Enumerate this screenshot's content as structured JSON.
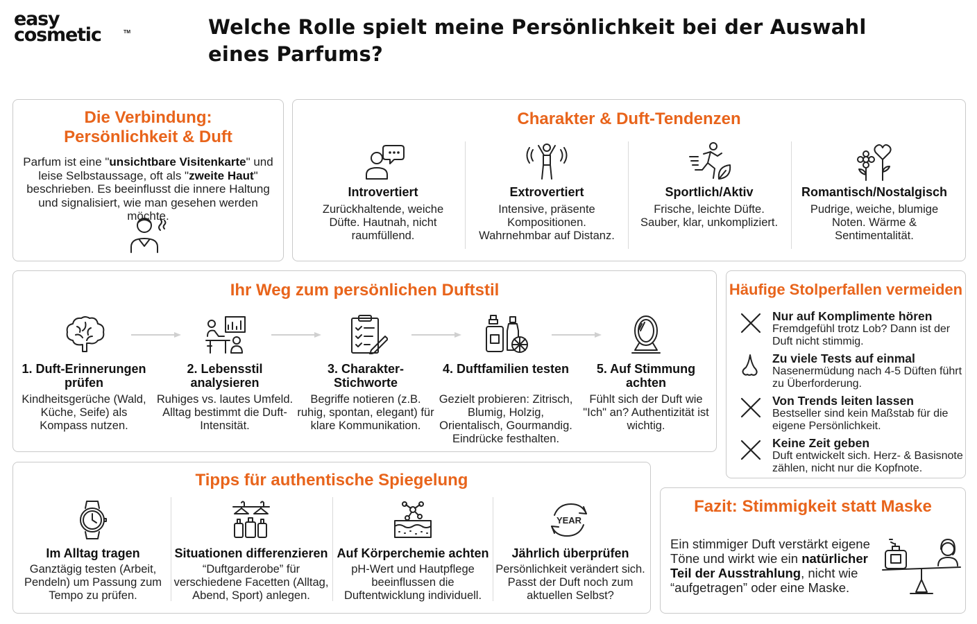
{
  "logo": {
    "line1": "easy",
    "line2": "cosmetic",
    "tm": "TM"
  },
  "headline": "Welche Rolle spielt meine Persönlichkeit bei der Auswahl eines Parfums?",
  "connection": {
    "title_line1": "Die Verbindung:",
    "title_line2": "Persönlichkeit & Duft",
    "body": [
      {
        "text": "Parfum ist eine \"",
        "bold": false
      },
      {
        "text": "unsichtbare Visitenkarte",
        "bold": true
      },
      {
        "text": "\" und leise Selbstaussage, oft als \"",
        "bold": false
      },
      {
        "text": "zweite Haut",
        "bold": true
      },
      {
        "text": "\" beschrieben. Es beeinflusst die innere Haltung und signalisiert, wie man gesehen werden möchte.",
        "bold": false
      }
    ],
    "icon": "person-scent-icon"
  },
  "character": {
    "title": "Charakter & Duft-Tendenzen",
    "items": [
      {
        "heading": "Introvertiert",
        "text": "Zurückhaltende, weiche Düfte. Hautnah, nicht raumfüllend.",
        "icon": "person-chat-icon"
      },
      {
        "heading": "Extrovertiert",
        "text": "Intensive, präsente Kompositionen. Wahrnehmbar auf Distanz.",
        "icon": "person-cheering-icon"
      },
      {
        "heading": "Sportlich/Aktiv",
        "text": "Frische, leichte Düfte. Sauber, klar, unkompliziert.",
        "icon": "runner-leaf-icon"
      },
      {
        "heading": "Romantisch/Nostalgisch",
        "text": "Pudrige, weiche, blumige Noten. Wärme & Sentimentalität.",
        "icon": "flower-heart-icon"
      }
    ]
  },
  "path": {
    "title": "Ihr Weg zum persönlichen Duftstil",
    "steps": [
      {
        "heading": "1. Duft-Erinnerungen prüfen",
        "text": "Kindheitsgerüche (Wald, Küche, Seife) als Kompass nutzen.",
        "icon": "brain-icon"
      },
      {
        "heading": "2. Lebensstil analysieren",
        "text": "Ruhiges vs. lautes Umfeld. Alltag bestimmt die Duft-Intensität.",
        "icon": "desk-analysis-icon"
      },
      {
        "heading": "3. Charakter-Stichworte",
        "text": "Begriffe notieren (z.B. ruhig, spontan, elegant) für klare Kommunikation.",
        "icon": "clipboard-pen-icon"
      },
      {
        "heading": "4. Duftfamilien testen",
        "text": "Gezielt probieren: Zitrisch, Blumig, Holzig, Orientalisch, Gourmandig. Eindrücke festhalten.",
        "icon": "perfume-bottles-citrus-icon"
      },
      {
        "heading": "5. Auf Stimmung achten",
        "text": "Fühlt sich der Duft wie \"Ich\" an? Authentizität ist wichtig.",
        "icon": "mirror-icon"
      }
    ]
  },
  "pitfalls": {
    "title": "Häufige Stolperfallen vermeiden",
    "items": [
      {
        "heading": "Nur auf Komplimente hören",
        "text": "Fremdgefühl trotz Lob? Dann ist der Duft nicht stimmig.",
        "icon": "cross-icon"
      },
      {
        "heading": "Zu viele Tests auf einmal",
        "text": "Nasenermüdung nach 4-5 Düften führt zu Überforderung.",
        "icon": "nose-icon"
      },
      {
        "heading": "Von Trends leiten lassen",
        "text": "Bestseller sind kein Maßstab für die eigene Persönlichkeit.",
        "icon": "cross-icon"
      },
      {
        "heading": "Keine Zeit geben",
        "text": "Duft entwickelt sich. Herz- & Basisnote zählen, nicht nur die Kopfnote.",
        "icon": "cross-icon"
      }
    ]
  },
  "tips": {
    "title": "Tipps für authentische Spiegelung",
    "items": [
      {
        "heading": "Im Alltag tragen",
        "text": "Ganztägig testen (Arbeit, Pendeln) um Passung zum Tempo zu prüfen.",
        "icon": "wristwatch-icon"
      },
      {
        "heading": "Situationen differenzieren",
        "text": "“Duftgarderobe” für verschiedene Facetten (Alltag, Abend, Sport) anlegen.",
        "icon": "hanger-bottles-icon"
      },
      {
        "heading": "Auf Körperchemie achten",
        "text": "pH-Wert und Hautpflege beeinflussen die Duftentwicklung individuell.",
        "icon": "skin-molecule-icon"
      },
      {
        "heading": "Jährlich überprüfen",
        "text": "Persönlichkeit verändert sich. Passt der Duft noch zum aktuellen Selbst?",
        "icon": "year-cycle-icon",
        "icon_label": "YEAR"
      }
    ]
  },
  "fazit": {
    "title": "Fazit: Stimmigkeit statt Maske",
    "body": [
      {
        "text": "Ein stimmiger Duft verstärkt eigene Töne und wirkt wie ein ",
        "bold": false
      },
      {
        "text": "natürlicher Teil der Ausstrahlung",
        "bold": true
      },
      {
        "text": ", nicht wie “aufgetragen” oder eine Maske.",
        "bold": false
      }
    ],
    "icon": "balance-scale-icon"
  },
  "colors": {
    "accent": "#e8641b",
    "border": "#c9c9c9",
    "text": "#1a1a1a"
  }
}
